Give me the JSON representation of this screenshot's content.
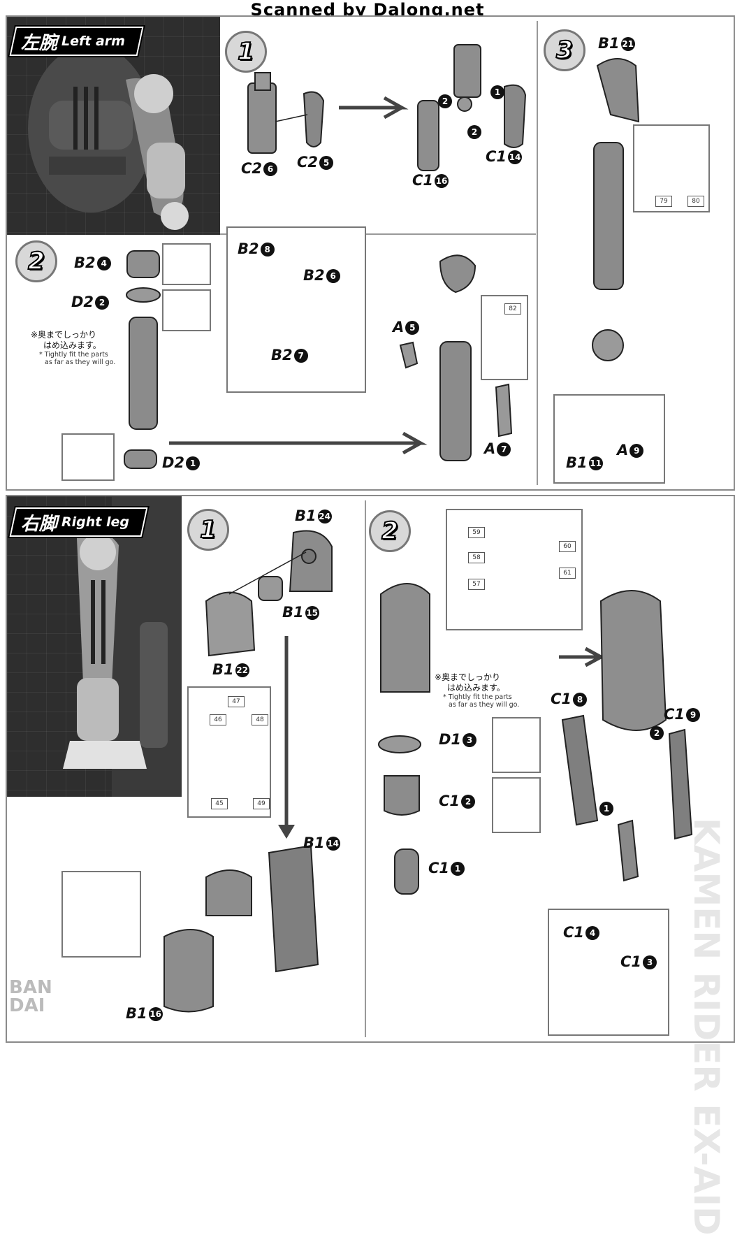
{
  "header": {
    "scan_credit": "Scanned by Dalong.net"
  },
  "left_arm": {
    "title_jp": "左腕",
    "title_en": "Left arm",
    "steps": [
      "1",
      "2",
      "3"
    ],
    "step1_parts": {
      "c2_6": "C2",
      "c2_6n": "6",
      "c2_5": "C2",
      "c2_5n": "5",
      "c1_16": "C1",
      "c1_16n": "16",
      "c1_14": "C1",
      "c1_14n": "14"
    },
    "step1_orders": [
      "1",
      "2",
      "2"
    ],
    "step2_parts": {
      "b2_4": "B2",
      "b2_4n": "4",
      "d2_2": "D2",
      "d2_2n": "2",
      "d2_1": "D2",
      "d2_1n": "1",
      "b2_8": "B2",
      "b2_8n": "8",
      "b2_6": "B2",
      "b2_6n": "6",
      "b2_7": "B2",
      "b2_7n": "7",
      "a5": "A",
      "a5n": "5",
      "a7": "A",
      "a7n": "7"
    },
    "step2_note_jp_1": "※奥までしっかり",
    "step2_note_jp_2": "はめ込みます。",
    "step2_note_en_1": "* Tightly fit the parts",
    "step2_note_en_2": "as far as they will go.",
    "step2_gates": [
      "82"
    ],
    "step3_parts": {
      "b1_21": "B1",
      "b1_21n": "21",
      "b1_11": "B1",
      "b1_11n": "11",
      "a9": "A",
      "a9n": "9"
    },
    "step3_gates": [
      "79",
      "80"
    ]
  },
  "right_leg": {
    "title_jp": "右脚",
    "title_en": "Right leg",
    "steps": [
      "1",
      "2"
    ],
    "step1_parts": {
      "b1_24": "B1",
      "b1_24n": "24",
      "b1_15": "B1",
      "b1_15n": "15",
      "b1_22": "B1",
      "b1_22n": "22",
      "b1_14": "B1",
      "b1_14n": "14",
      "b1_16": "B1",
      "b1_16n": "16"
    },
    "step1_gates": [
      "47",
      "46",
      "48",
      "45",
      "49"
    ],
    "step2_parts": {
      "d1_3": "D1",
      "d1_3n": "3",
      "c1_2": "C1",
      "c1_2n": "2",
      "c1_1": "C1",
      "c1_1n": "1",
      "c1_8": "C1",
      "c1_8n": "8",
      "c1_9": "C1",
      "c1_9n": "9",
      "c1_4": "C1",
      "c1_4n": "4",
      "c1_3": "C1",
      "c1_3n": "3"
    },
    "step2_orders": [
      "2",
      "1"
    ],
    "step2_note_jp_1": "※奥までしっかり",
    "step2_note_jp_2": "はめ込みます。",
    "step2_note_en_1": "* Tightly fit the parts",
    "step2_note_en_2": "as far as they will go.",
    "step2_gates": [
      "59",
      "60",
      "58",
      "61",
      "57"
    ]
  },
  "brand": {
    "line1": "BAN",
    "line2": "DAI"
  },
  "watermark": "KAMEN RIDER EX-AID"
}
